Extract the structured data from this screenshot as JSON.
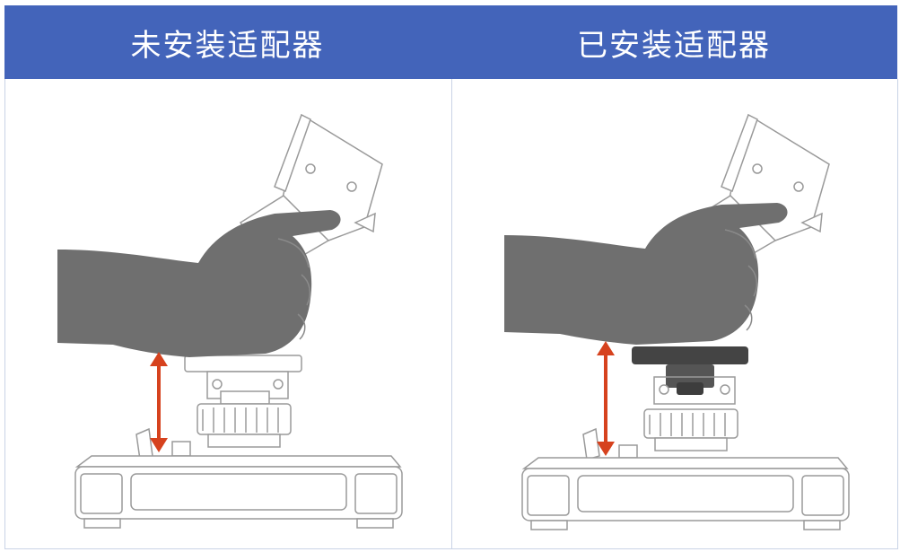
{
  "headers": {
    "left": "未安装适配器",
    "right": "已安装适配器"
  },
  "colors": {
    "header_bg": "#4364ba",
    "header_text": "#ffffff",
    "hand": "#6f6f6f",
    "arrow": "#d6421e",
    "adapter": "#444444",
    "line_art": "#9a9a9a"
  },
  "panels": [
    {
      "id": "without-adapter",
      "adapter_installed": false
    },
    {
      "id": "with-adapter",
      "adapter_installed": true
    }
  ]
}
